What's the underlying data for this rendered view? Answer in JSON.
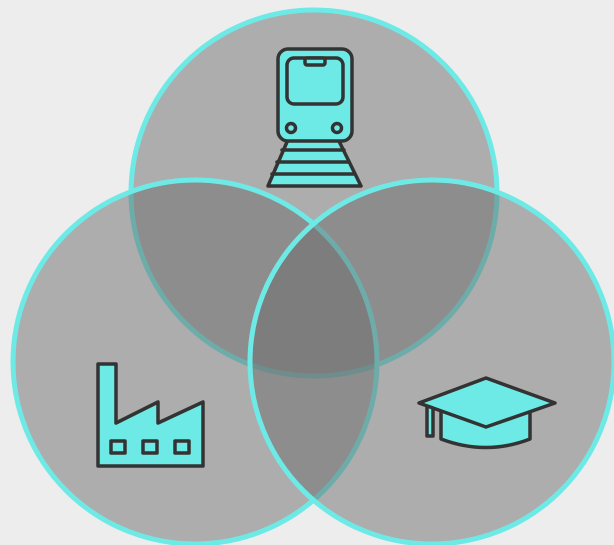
{
  "diagram": {
    "type": "venn",
    "colors": {
      "background": "#ededed",
      "circle_fill": "#6e6e6e",
      "circle_fill_opacity": 0.5,
      "circle_stroke": "#6eeae6",
      "icon_fill": "#6eeae6",
      "icon_stroke": "#333333"
    },
    "sets": [
      {
        "id": "top",
        "icon": "train-icon"
      },
      {
        "id": "bottom-left",
        "icon": "factory-icon"
      },
      {
        "id": "bottom-right",
        "icon": "graduation-cap-icon"
      }
    ]
  }
}
